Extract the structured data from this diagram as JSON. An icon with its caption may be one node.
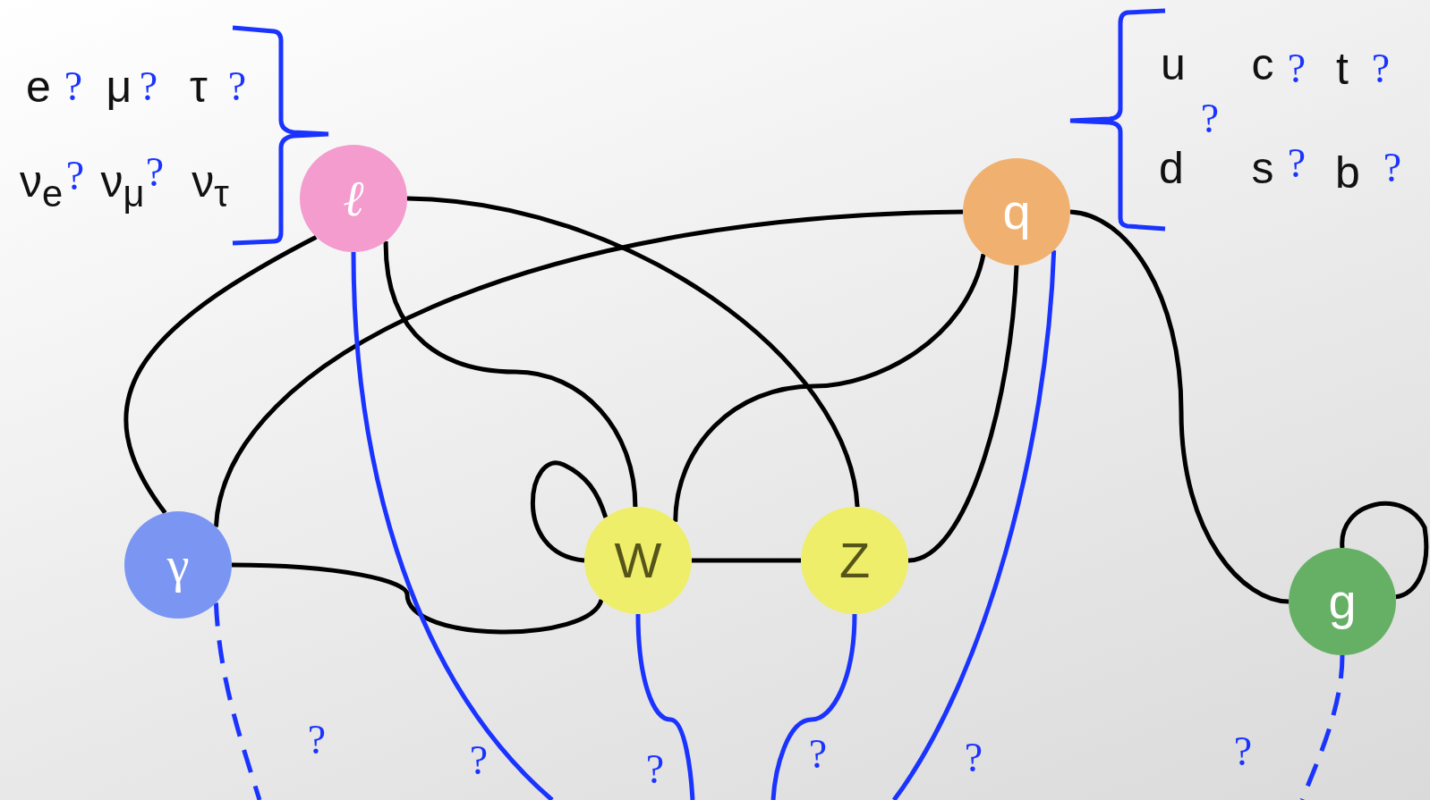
{
  "diagram": {
    "nodes": [
      {
        "text": [
          "ℓ"
        ]
      },
      {
        "text": [
          "q"
        ]
      },
      {
        "text": [
          "γ"
        ]
      },
      {
        "text": [
          "W"
        ]
      },
      {
        "text": [
          "Z"
        ]
      },
      {
        "text": [
          "g"
        ]
      }
    ],
    "edges": [
      {
        "from": 0,
        "to": 2,
        "arrow": "none"
      },
      {
        "from": 0,
        "to": 3,
        "arrow": "none"
      },
      {
        "from": 0,
        "to": 4,
        "arrow": "none"
      },
      {
        "from": 1,
        "to": 2,
        "arrow": "none"
      },
      {
        "from": 1,
        "to": 3,
        "arrow": "none"
      },
      {
        "from": 1,
        "to": 4,
        "arrow": "none"
      },
      {
        "from": 1,
        "to": 5,
        "arrow": "none"
      },
      {
        "from": 2,
        "to": 3,
        "arrow": "none"
      },
      {
        "from": 3,
        "to": 3,
        "arrow": "none"
      },
      {
        "from": 3,
        "to": 4,
        "arrow": "none"
      },
      {
        "from": 5,
        "to": 5,
        "arrow": "none"
      },
      {
        "from": 2,
        "to": null,
        "arrow": "none",
        "label": "?",
        "style": "dashed",
        "color": "#1a33ff"
      },
      {
        "from": 0,
        "to": null,
        "arrow": "none",
        "label": "?",
        "color": "#1a33ff"
      },
      {
        "from": 3,
        "to": null,
        "arrow": "none",
        "label": "?",
        "color": "#1a33ff"
      },
      {
        "from": 4,
        "to": null,
        "arrow": "none",
        "label": "?",
        "color": "#1a33ff"
      },
      {
        "from": 1,
        "to": null,
        "arrow": "none",
        "label": "?",
        "color": "#1a33ff"
      },
      {
        "from": 5,
        "to": null,
        "arrow": "none",
        "label": "?",
        "style": "dashed",
        "color": "#1a33ff"
      }
    ],
    "labels": [
      "e",
      "?",
      "μ",
      "?",
      "τ",
      "?",
      "u",
      "c",
      "?",
      "t",
      "?",
      "?",
      "ν$_{e}$",
      "?",
      "ν$_{μ}$",
      "?",
      "ν$_{τ}$",
      "d",
      "s",
      "?",
      "b",
      "?"
    ]
  }
}
